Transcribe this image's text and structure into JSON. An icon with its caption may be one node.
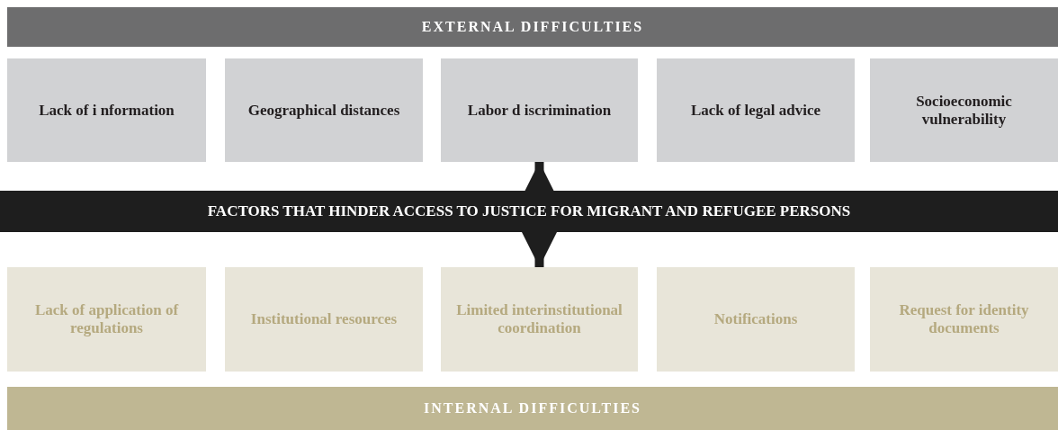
{
  "diagram": {
    "nodes": [
      {
        "text": [
          "EXTERNAL DIFFICULTIES"
        ]
      },
      {
        "text": [
          "Lack of i nformation"
        ]
      },
      {
        "text": [
          "Geographical distances"
        ]
      },
      {
        "text": [
          "Labor d iscrimination"
        ]
      },
      {
        "text": [
          "Lack of legal advice"
        ]
      },
      {
        "text": [
          "Socioeconomic vulnerability"
        ]
      },
      {
        "text": [
          "FACTORS THAT HINDER ACCESS TO JUSTICE FOR MIGRANT AND REFUGEE PERSONS"
        ]
      },
      {
        "text": [
          "Lack of application of regulations"
        ]
      },
      {
        "text": [
          "Institutional resources"
        ]
      },
      {
        "text": [
          "Limited interinstitutional coordination"
        ]
      },
      {
        "text": [
          "Notifications"
        ]
      },
      {
        "text": [
          "Request for identity documents"
        ]
      },
      {
        "text": [
          "INTERNAL DIFFICULTIES"
        ]
      }
    ],
    "edges": [
      {
        "from": 6,
        "to": 3,
        "arrow": "to"
      },
      {
        "from": 6,
        "to": 9,
        "arrow": "to"
      }
    ]
  }
}
